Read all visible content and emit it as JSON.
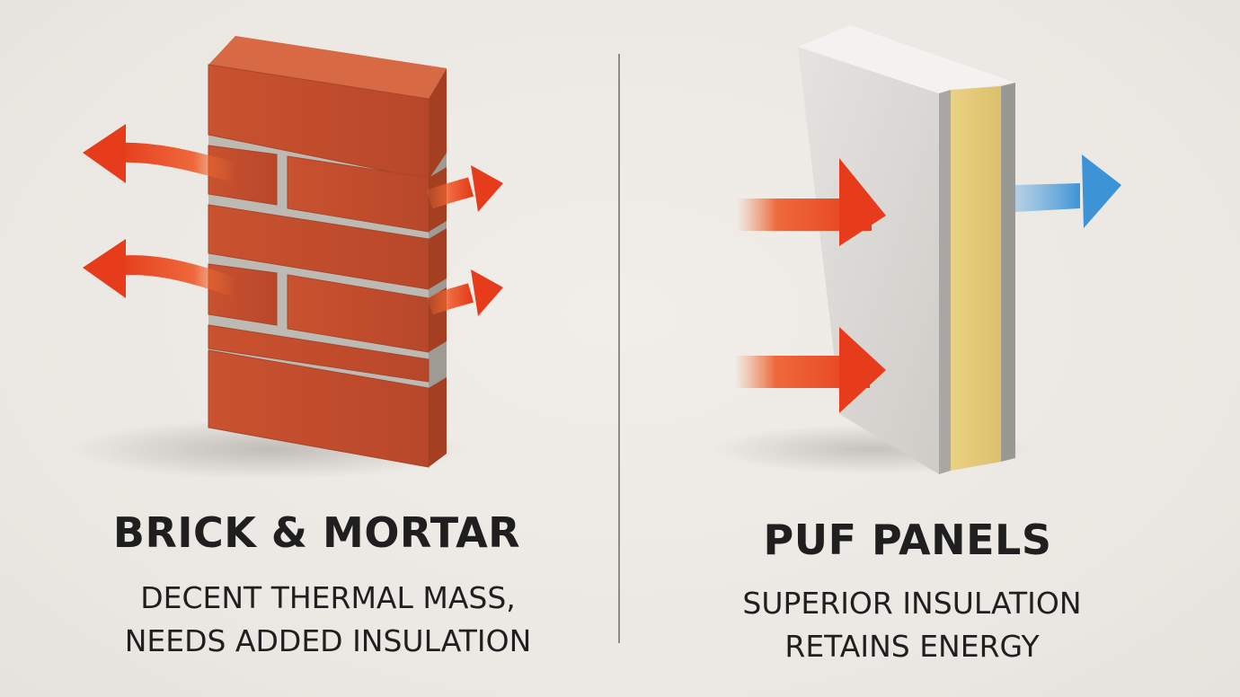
{
  "colors": {
    "background": "#edeae6",
    "heat_arrow": "#e8401f",
    "cool_arrow": "#3c93d6",
    "brick": "#c2502f",
    "mortar": "#bcb8b2",
    "panel_face": "#dcdad6",
    "insulation_core": "#e7cf7f",
    "text": "#1f1f1f"
  },
  "left_panel": {
    "title": "BRICK & MORTAR",
    "subtitle_line1": "DECENT THERMAL MASS,",
    "subtitle_line2": "NEEDS ADDED INSULATION",
    "icons": [
      "brick-wall-icon",
      "heat-loss-arrow-icon"
    ]
  },
  "right_panel": {
    "title": "PUF PANELS",
    "subtitle_line1": "SUPERIOR INSULATION",
    "subtitle_line2": "RETAINS ENERGY",
    "icons": [
      "puf-panel-icon",
      "heat-arrow-icon",
      "cool-arrow-icon"
    ]
  }
}
